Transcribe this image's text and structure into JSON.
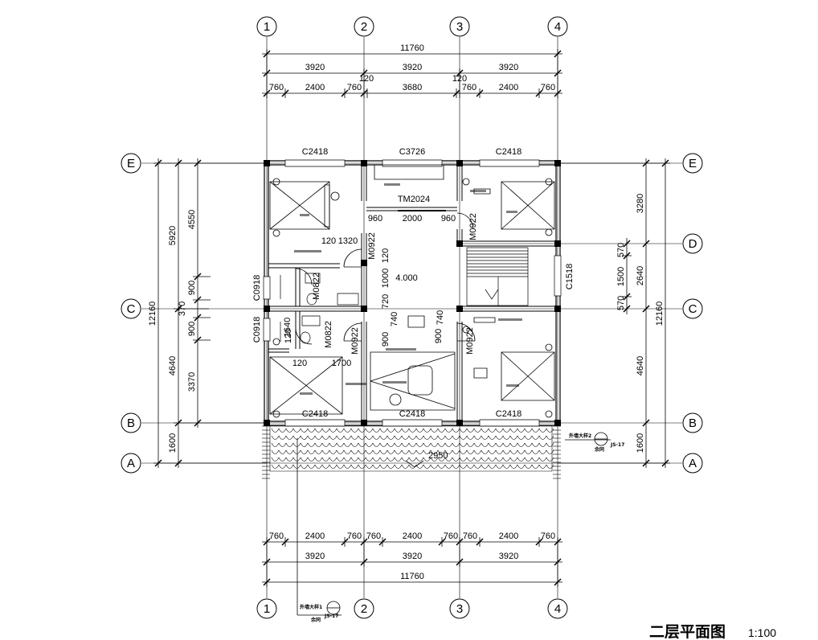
{
  "drawing": {
    "title": "二层平面图",
    "scale": "1:100",
    "level": "4.000"
  },
  "axes": {
    "cols": [
      "1",
      "2",
      "3",
      "4"
    ],
    "rows": [
      "E",
      "D",
      "C",
      "B",
      "A"
    ]
  },
  "dims": {
    "top_total": "11760",
    "top_bays": [
      "3920",
      "3920",
      "3920"
    ],
    "top_detail": [
      "760",
      "2400",
      "760",
      "120",
      "3680",
      "120",
      "760",
      "2400",
      "760"
    ],
    "bottom_total": "11760",
    "bottom_bays": [
      "3920",
      "3920",
      "3920"
    ],
    "bottom_detail": [
      "760",
      "2400",
      "760",
      "760",
      "2400",
      "760",
      "760",
      "2400",
      "760"
    ],
    "left_outer": [
      "5920",
      "4640",
      "1600"
    ],
    "left_total": "12160",
    "left_inner": [
      "4550",
      "900",
      "370",
      "900",
      "3370"
    ],
    "right_outer": [
      "3280",
      "2640",
      "4640",
      "1600"
    ],
    "right_total": "12160",
    "right_inner": [
      "570",
      "1500",
      "570"
    ],
    "interior": [
      "960",
      "2000",
      "960",
      "120",
      "1320",
      "120",
      "1000",
      "720",
      "900",
      "740",
      "900",
      "740",
      "120",
      "1640",
      "120",
      "1700"
    ]
  },
  "openings": {
    "windows": [
      "C2418",
      "C3726",
      "C2418",
      "C0918",
      "C0918",
      "C2418",
      "C2418",
      "C2418",
      "C1518",
      "TM2024"
    ],
    "doors": [
      "M0922",
      "M0922",
      "M0822",
      "M0822",
      "M0922",
      "M0922"
    ]
  },
  "callouts": {
    "right_ref": "外墙大样2",
    "right_sub": "余同",
    "right_sheet": "JS-17",
    "bottom_ref": "外墙大样1",
    "bottom_sub": "余同",
    "bottom_sheet": "JS-17",
    "slope": "2950"
  }
}
